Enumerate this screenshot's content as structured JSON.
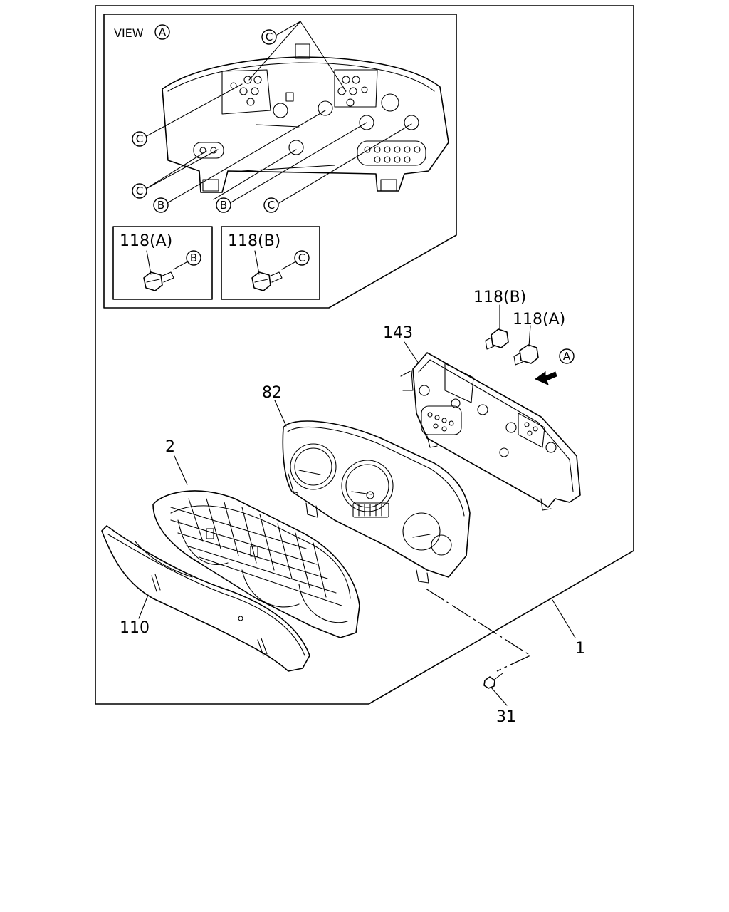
{
  "view": {
    "label": "VIEW",
    "ref": "A"
  },
  "view_callouts": [
    "C",
    "C",
    "C",
    "B",
    "B",
    "C"
  ],
  "insets": [
    {
      "label": "118(A)",
      "ref": "B"
    },
    {
      "label": "118(B)",
      "ref": "C"
    }
  ],
  "parts": {
    "p1": "1",
    "p2": "2",
    "p31": "31",
    "p82": "82",
    "p110": "110",
    "p143": "143",
    "p118a": "118(A)",
    "p118b": "118(B)"
  },
  "arrow_ref": "A"
}
